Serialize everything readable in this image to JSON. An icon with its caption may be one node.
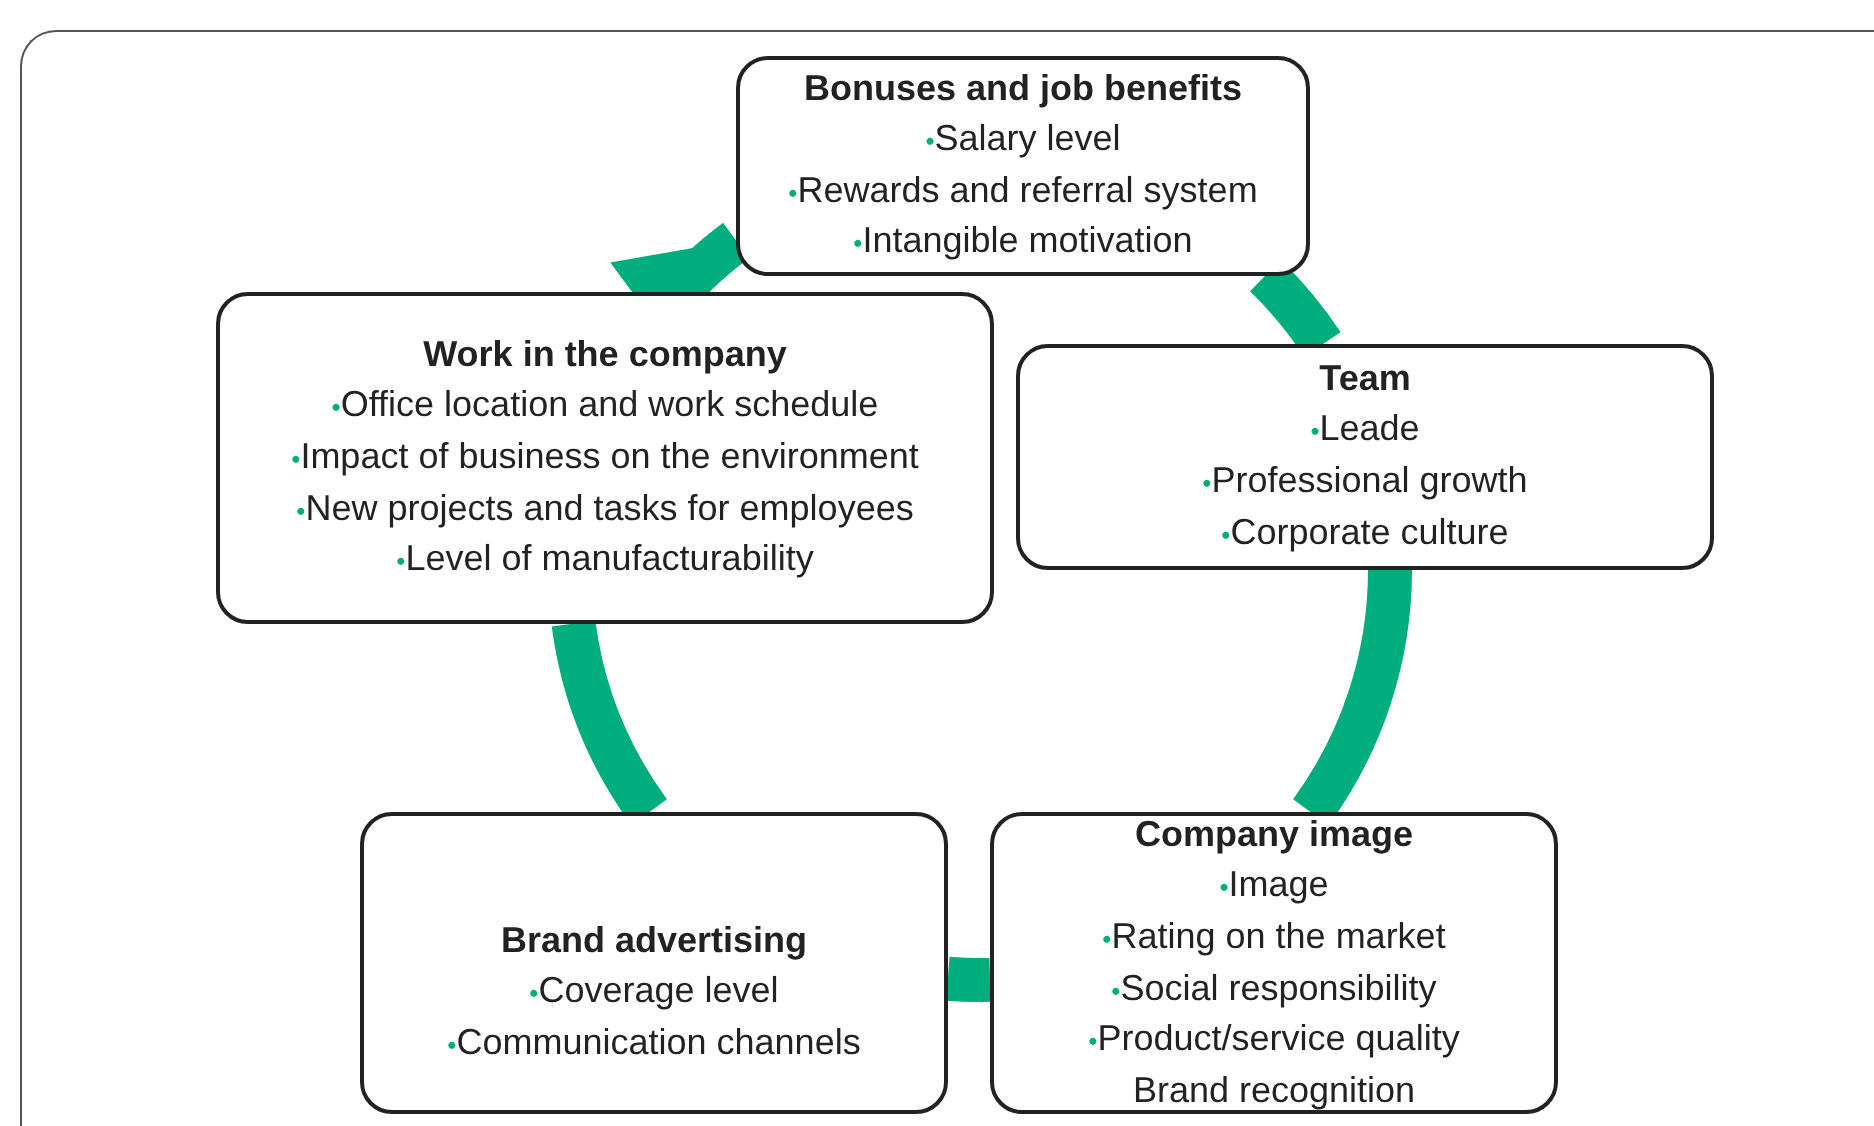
{
  "diagram": {
    "nodes": [
      {
        "text": [
          "Bonuses and job benefits",
          "•Salary level",
          "•Rewards and referral system",
          "•Intangible motivation"
        ]
      },
      {
        "text": [
          "Work in the company",
          "•Office location and work schedule",
          "•Impact of business on the environment",
          "•New projects and tasks for employees",
          "•Level of manufacturability"
        ]
      },
      {
        "text": [
          "Team",
          "•Leade",
          "•Professional growth",
          "•Corporate culture"
        ]
      },
      {
        "text": [
          "Company image",
          "•Image",
          "•Rating on the market",
          "•Social responsibility",
          "•Product/service quality",
          "Brand recognition"
        ]
      },
      {
        "text": [
          "Brand advertising",
          "•Coverage level",
          "•Communication channels"
        ]
      }
    ],
    "edges": [
      {
        "from": 0,
        "to": 2,
        "arrow": "none"
      },
      {
        "from": 2,
        "to": 3,
        "arrow": "none"
      },
      {
        "from": 3,
        "to": 4,
        "arrow": "none"
      },
      {
        "from": 4,
        "to": 1,
        "arrow": "none"
      },
      {
        "from": 1,
        "to": 0,
        "arrow": "to"
      }
    ]
  }
}
